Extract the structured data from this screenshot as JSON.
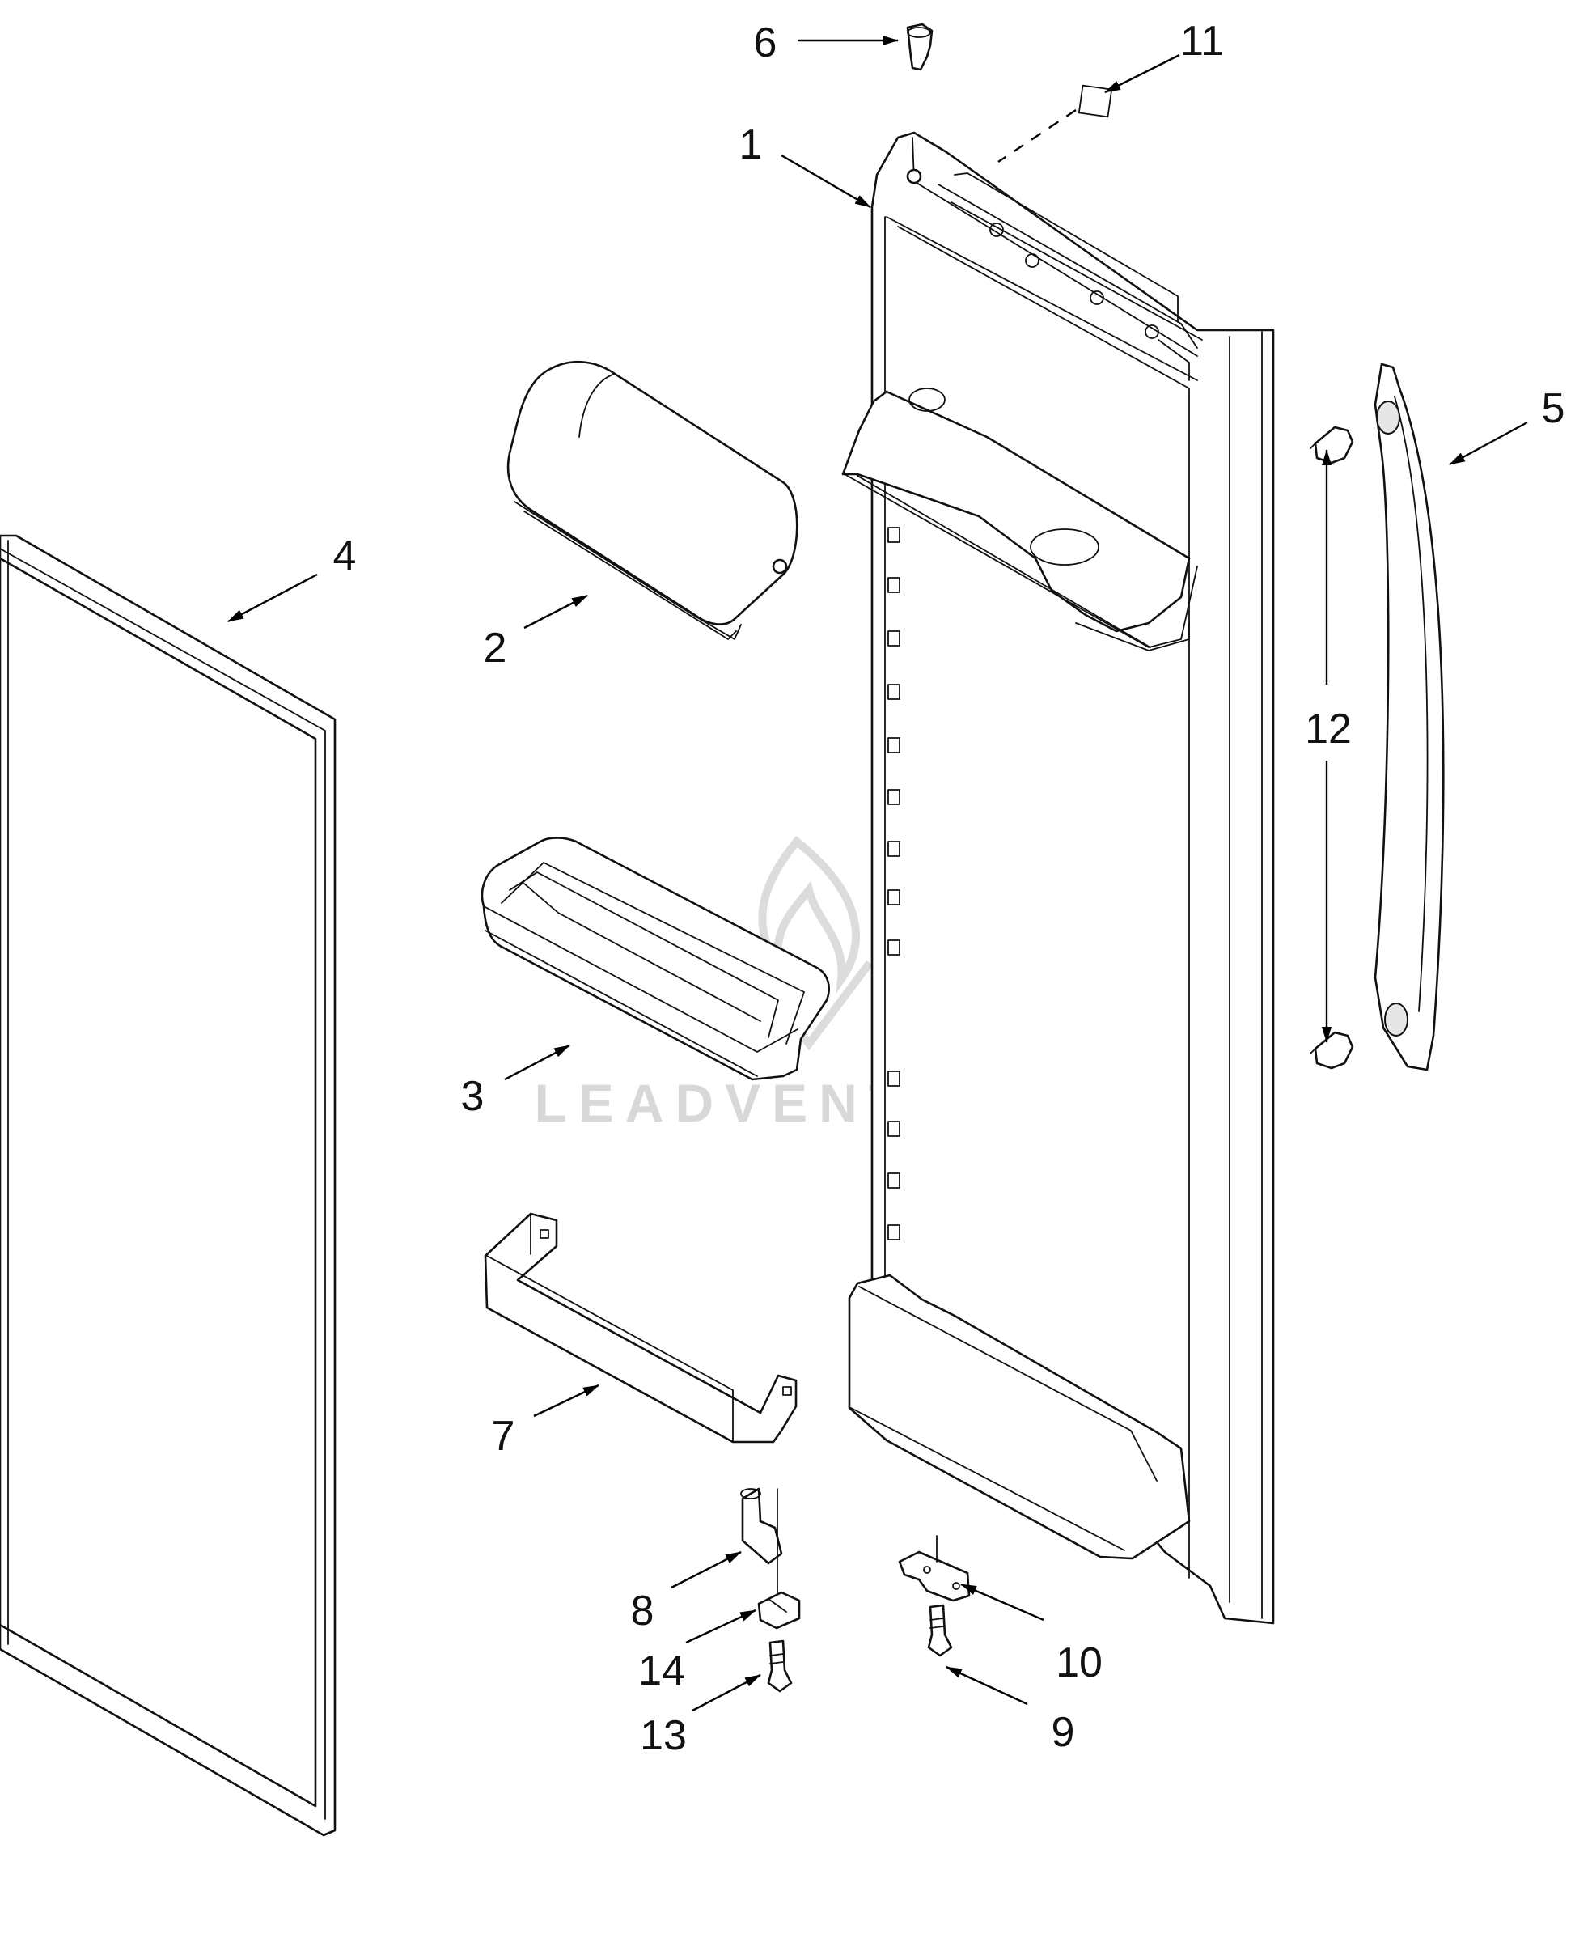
{
  "callouts": {
    "c1": "1",
    "c2": "2",
    "c3": "3",
    "c4": "4",
    "c5": "5",
    "c6": "6",
    "c7": "7",
    "c8": "8",
    "c9": "9",
    "c10": "10",
    "c11": "11",
    "c12": "12",
    "c13": "13",
    "c14": "14"
  },
  "watermark": {
    "text": "LEADVENTURE"
  },
  "colors": {
    "line": "#111111",
    "watermark": "#d8d8d8",
    "background": "#ffffff"
  }
}
